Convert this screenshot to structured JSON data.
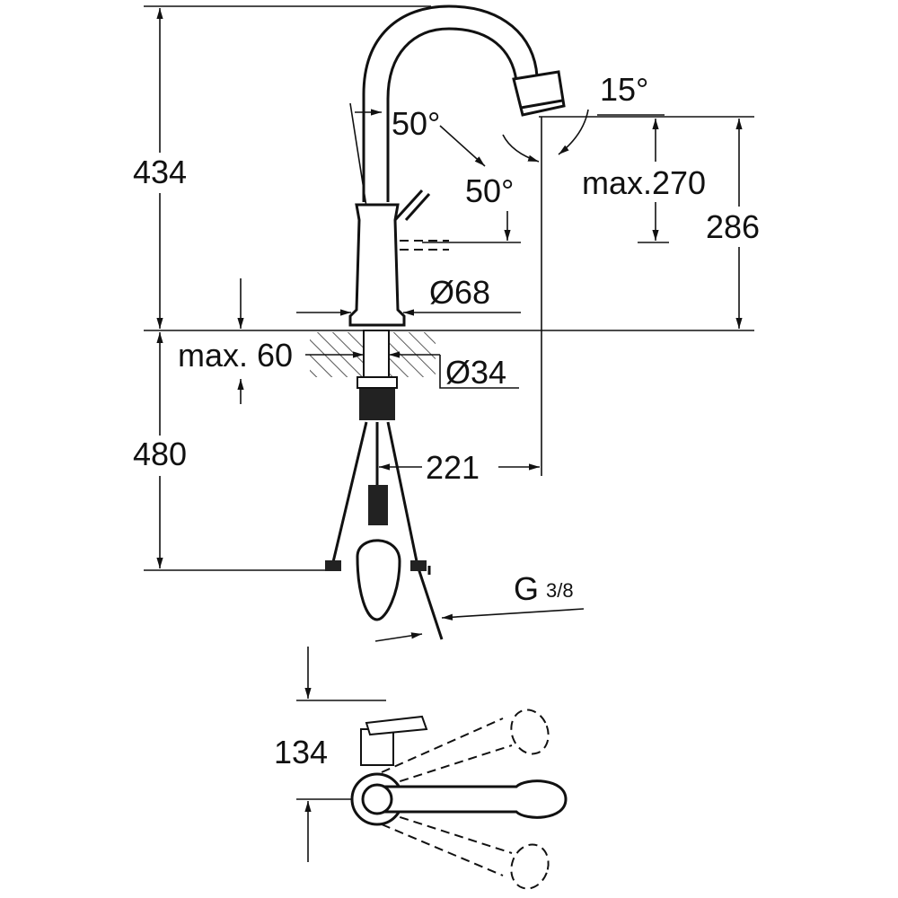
{
  "title": "Kitchen faucet dimension drawing",
  "dimensions": {
    "total_height": "434",
    "lever_angle": "50°",
    "spout_swivel_angle": "50°",
    "spray_angle": "15°",
    "max_pullout": "max.270",
    "spout_height": "286",
    "base_diameter": "Ø68",
    "max_counter_thickness": "max. 60",
    "hole_diameter": "Ø34",
    "hose_length": "480",
    "spout_reach": "221",
    "connection_thread": "G",
    "connection_thread_fraction": "3/8",
    "plan_depth": "134"
  }
}
